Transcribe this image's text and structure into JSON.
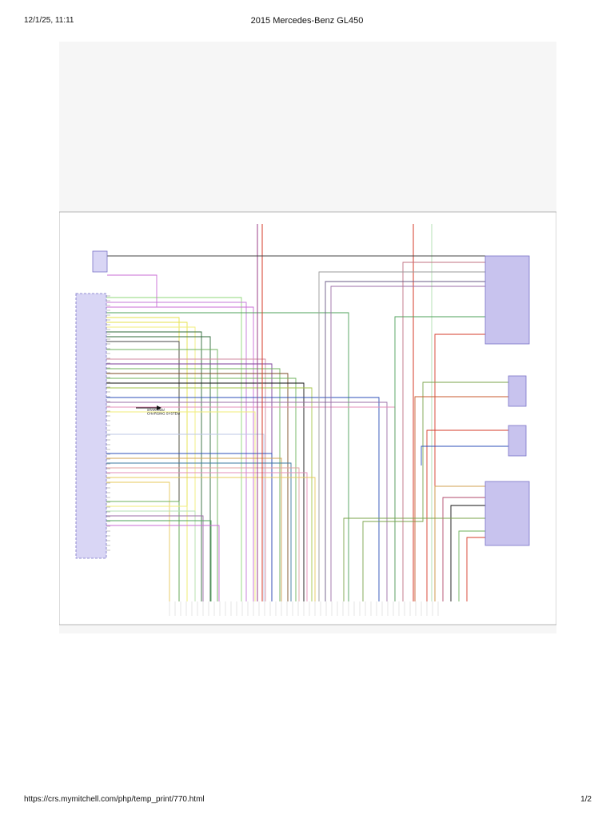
{
  "print_header": {
    "date_time": "12/1/25, 11:11",
    "title": "2015 Mercedes-Benz GL450"
  },
  "print_footer": {
    "url": "https://crs.mymitchell.com/php/temp_print/770.html",
    "page": "1/2"
  },
  "diagram": {
    "note_label": "STARTING/\nCHARGING SYSTEM",
    "wire_colors": {
      "grn_blu": "#9b6ea7",
      "grn_vio": "#c96bd6",
      "wht_grn": "#8fd77a",
      "wht_vio": "#c479d8",
      "vio_grn": "#4ea05a",
      "yel_blu": "#e6e24a",
      "yel_wht": "#f0ee7a",
      "blk_grn": "#2f6a3a",
      "blk_pnk": "#444444",
      "pnk_brn": "#d28aa0",
      "vio_blk": "#7b3e9a",
      "grn_red": "#6cb25b",
      "brn_blk": "#7a4a22",
      "blu": "#2c4fb8",
      "red": "#d43b2a",
      "red_grn": "#c85a2c",
      "red_blu": "#b24a6b",
      "gry_red": "#c07080",
      "gry_wht": "#9a9a9a",
      "brn_blu": "#6a5a86",
      "blu_yel": "#7aa34a",
      "blu_grn": "#3b78a0",
      "gry_org": "#d0a050",
      "pnk_yel": "#e7c95b",
      "pnk": "#e58fb8",
      "grn_yel": "#a6c64a",
      "wht_blu": "#bcc7e6",
      "grn_wht": "#b4e0b4",
      "wht_red": "#e0a0a0",
      "vio_red": "#9b3f8a",
      "blk": "#111111"
    },
    "component_fill": "#c8c3ee",
    "component_stroke": "#7a73c8",
    "module_fill": "#d9d6f5"
  }
}
